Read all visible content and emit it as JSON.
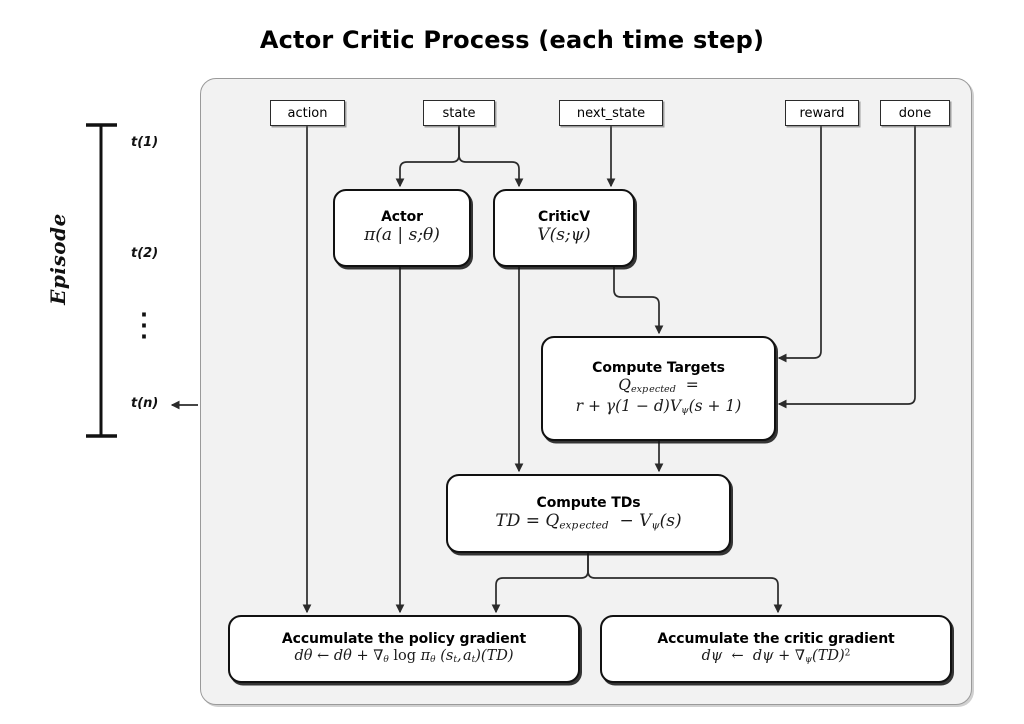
{
  "title": "Actor Critic Process (each time step)",
  "colors": {
    "panel_fill": "#f2f2f2",
    "panel_border": "#9a9a9a",
    "node_border": "#111111",
    "node_fill": "#ffffff",
    "wire": "#2b2b2b",
    "text": "#000000"
  },
  "episode_axis": {
    "label": "Episode",
    "ticks": [
      {
        "name": "t1",
        "label": "t(1)"
      },
      {
        "name": "t2",
        "label": "t(2)"
      },
      {
        "name": "tn",
        "label": "t(n)"
      }
    ],
    "ellipsis": "⋮"
  },
  "inputs": [
    {
      "name": "action",
      "label": "action"
    },
    {
      "name": "state",
      "label": "state"
    },
    {
      "name": "next_state",
      "label": "next_state"
    },
    {
      "name": "reward",
      "label": "reward"
    },
    {
      "name": "done",
      "label": "done"
    }
  ],
  "nodes": {
    "actor": {
      "title": "Actor",
      "formula_plain": "π(a | s; θ)"
    },
    "critic": {
      "title": "CriticV",
      "formula_plain": "V(s; ψ)"
    },
    "compute_targets": {
      "title": "Compute Targets",
      "formula_line1_plain": "Q_expected  =",
      "formula_line2_plain": "r + γ(1 − d)V_ψ(s + 1)",
      "q_symbol": "Q",
      "q_subscript": "expected",
      "equals": "=",
      "line2_prefix": "r + γ(1 − d)V",
      "line2_sub": "ψ",
      "line2_suffix": "(s + 1)"
    },
    "compute_tds": {
      "title": "Compute TDs",
      "formula_plain": "TD = Q_expected − V_ψ(s)",
      "td_symbol": "TD",
      "equals": "=",
      "q_symbol": "Q",
      "q_subscript": "expected",
      "minus": "−",
      "v_symbol": "V",
      "v_sub": "ψ",
      "v_arg": "(s)"
    },
    "policy_gradient": {
      "title": "Accumulate the policy gradient",
      "formula_plain": "dθ ← dθ + ∇θ log πθ (s_t, a_t)(TD)",
      "p1": "dθ ← dθ + ∇",
      "sub1": "θ",
      "p2": " log π",
      "sub2": "θ",
      "p3": " (s",
      "sub3": "t",
      "p4": ", a",
      "sub4": "t",
      "p5": ")(TD)"
    },
    "critic_gradient": {
      "title": "Accumulate the critic gradient",
      "formula_plain": "dψ ← dψ + ∇ψ(TD)^2",
      "p1": "dψ ← dψ + ∇",
      "sub1": "ψ",
      "p2": "(TD)",
      "sup1": "2"
    }
  },
  "connections": [
    {
      "name": "state-to-actor",
      "from": "state",
      "to": "actor"
    },
    {
      "name": "state-to-critic",
      "from": "state",
      "to": "critic"
    },
    {
      "name": "next-state-to-critic",
      "from": "next_state",
      "to": "critic"
    },
    {
      "name": "critic-to-compute-targets",
      "from": "critic",
      "to": "compute_targets"
    },
    {
      "name": "critic-to-compute-tds",
      "from": "critic",
      "to": "compute_tds"
    },
    {
      "name": "reward-to-compute-targets",
      "from": "reward",
      "to": "compute_targets"
    },
    {
      "name": "done-to-compute-targets",
      "from": "done",
      "to": "compute_targets"
    },
    {
      "name": "targets-to-compute-tds",
      "from": "compute_targets",
      "to": "compute_tds"
    },
    {
      "name": "tds-to-policy-gradient",
      "from": "compute_tds",
      "to": "policy_gradient"
    },
    {
      "name": "tds-to-critic-gradient",
      "from": "compute_tds",
      "to": "critic_gradient"
    },
    {
      "name": "action-to-policy-gradient",
      "from": "action",
      "to": "policy_gradient"
    },
    {
      "name": "actor-to-policy-gradient",
      "from": "actor",
      "to": "policy_gradient"
    },
    {
      "name": "panel-to-episode-tn",
      "from": "process_panel",
      "to": "tn"
    }
  ]
}
